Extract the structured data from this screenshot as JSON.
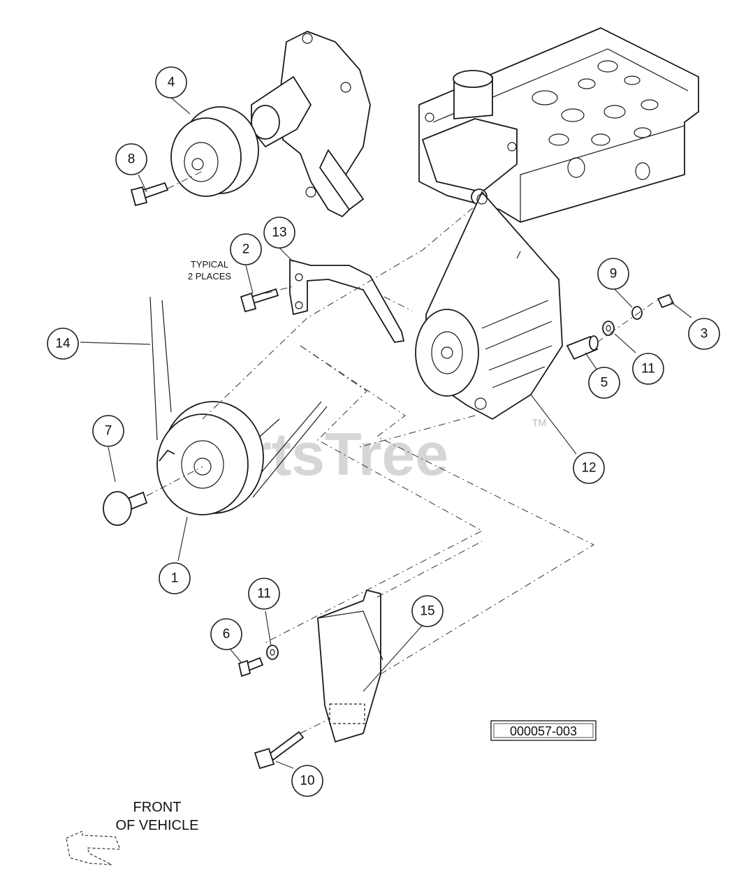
{
  "watermark": {
    "text": "PartsTree",
    "tm": "TM"
  },
  "drawing_number": "000057-003",
  "note_typical": [
    "TYPICAL",
    "2 PLACES"
  ],
  "front_label": [
    "FRONT",
    "OF VEHICLE"
  ],
  "callouts": {
    "c1": "1",
    "c2": "2",
    "c3": "3",
    "c4": "4",
    "c5": "5",
    "c6": "6",
    "c7": "7",
    "c8": "8",
    "c9": "9",
    "c10": "10",
    "c11a": "11",
    "c11b": "11",
    "c12": "12",
    "c13": "13",
    "c14": "14",
    "c15": "15"
  }
}
